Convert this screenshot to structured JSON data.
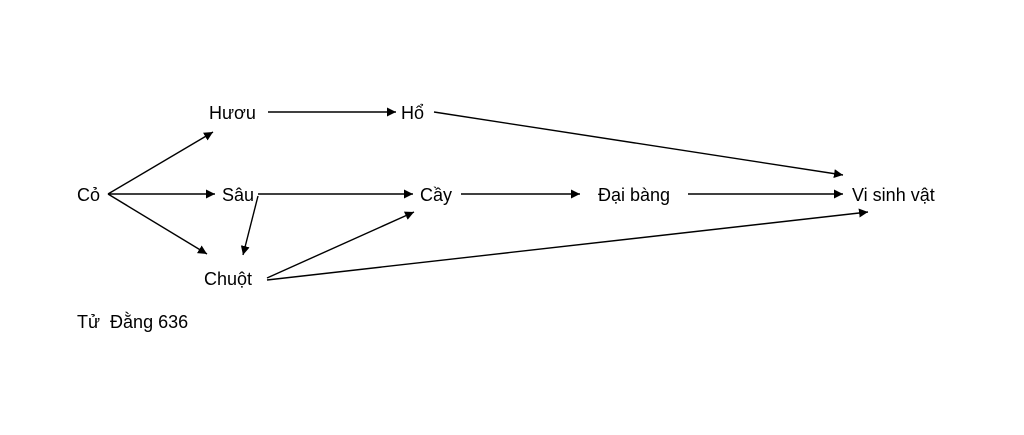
{
  "nodes": {
    "co": "Cỏ",
    "huou": "Hươu",
    "ho": "Hổ",
    "sau": "Sâu",
    "cay": "Cầy",
    "dai_bang": "Đại bàng",
    "vi_sinh_vat": "Vi sinh vật",
    "chuot": "Chuột"
  },
  "edges": [
    {
      "from": "co",
      "to": "huou"
    },
    {
      "from": "co",
      "to": "sau"
    },
    {
      "from": "co",
      "to": "chuot"
    },
    {
      "from": "huou",
      "to": "ho"
    },
    {
      "from": "ho",
      "to": "vi_sinh_vat"
    },
    {
      "from": "sau",
      "to": "cay"
    },
    {
      "from": "sau",
      "to": "chuot"
    },
    {
      "from": "cay",
      "to": "dai_bang"
    },
    {
      "from": "dai_bang",
      "to": "vi_sinh_vat"
    },
    {
      "from": "chuot",
      "to": "cay"
    },
    {
      "from": "chuot",
      "to": "vi_sinh_vat"
    }
  ],
  "caption": "Tử  Đằng 636",
  "colors": {
    "line": "#000000",
    "text": "#000000",
    "background": "#ffffff"
  }
}
